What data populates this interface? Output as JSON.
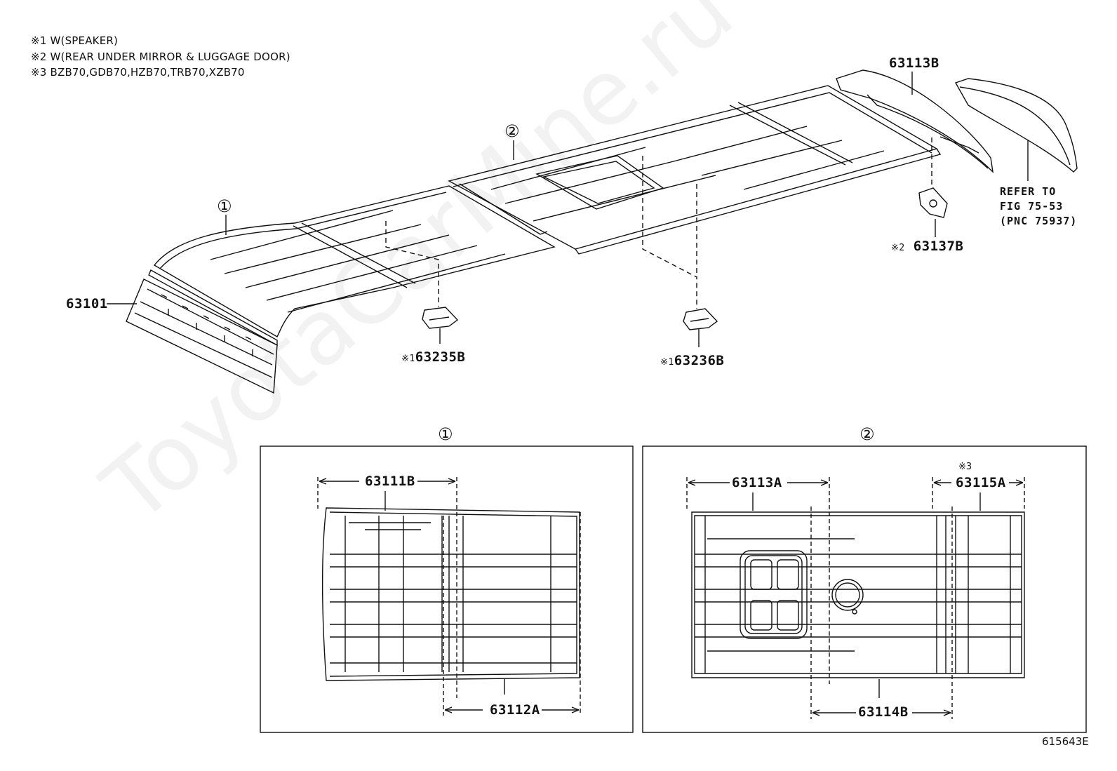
{
  "notes": [
    "※1 W(SPEAKER)",
    "※2 W(REAR UNDER MIRROR & LUGGAGE DOOR)",
    "※3 BZB70,GDB70,HZB70,TRB70,XZB70"
  ],
  "watermark": "ToyotaCarMine.ru",
  "callouts": {
    "c1": "①",
    "c2": "②",
    "p63113B": "63113B",
    "p63101": "63101",
    "p63235B_mark": "※1",
    "p63235B": "63235B",
    "p63236B_mark": "※1",
    "p63236B": "63236B",
    "p63137B_mark": "※2",
    "p63137B": "63137B",
    "refer_line1": "REFER TO",
    "refer_line2": "FIG 75-53",
    "refer_line3": "(PNC 75937)"
  },
  "panel1": {
    "label": "①",
    "p63111B": "63111B",
    "p63112A": "63112A"
  },
  "panel2": {
    "label": "②",
    "mark": "※3",
    "p63113A": "63113A",
    "p63115A": "63115A",
    "p63114B": "63114B"
  },
  "footer": "615643E"
}
